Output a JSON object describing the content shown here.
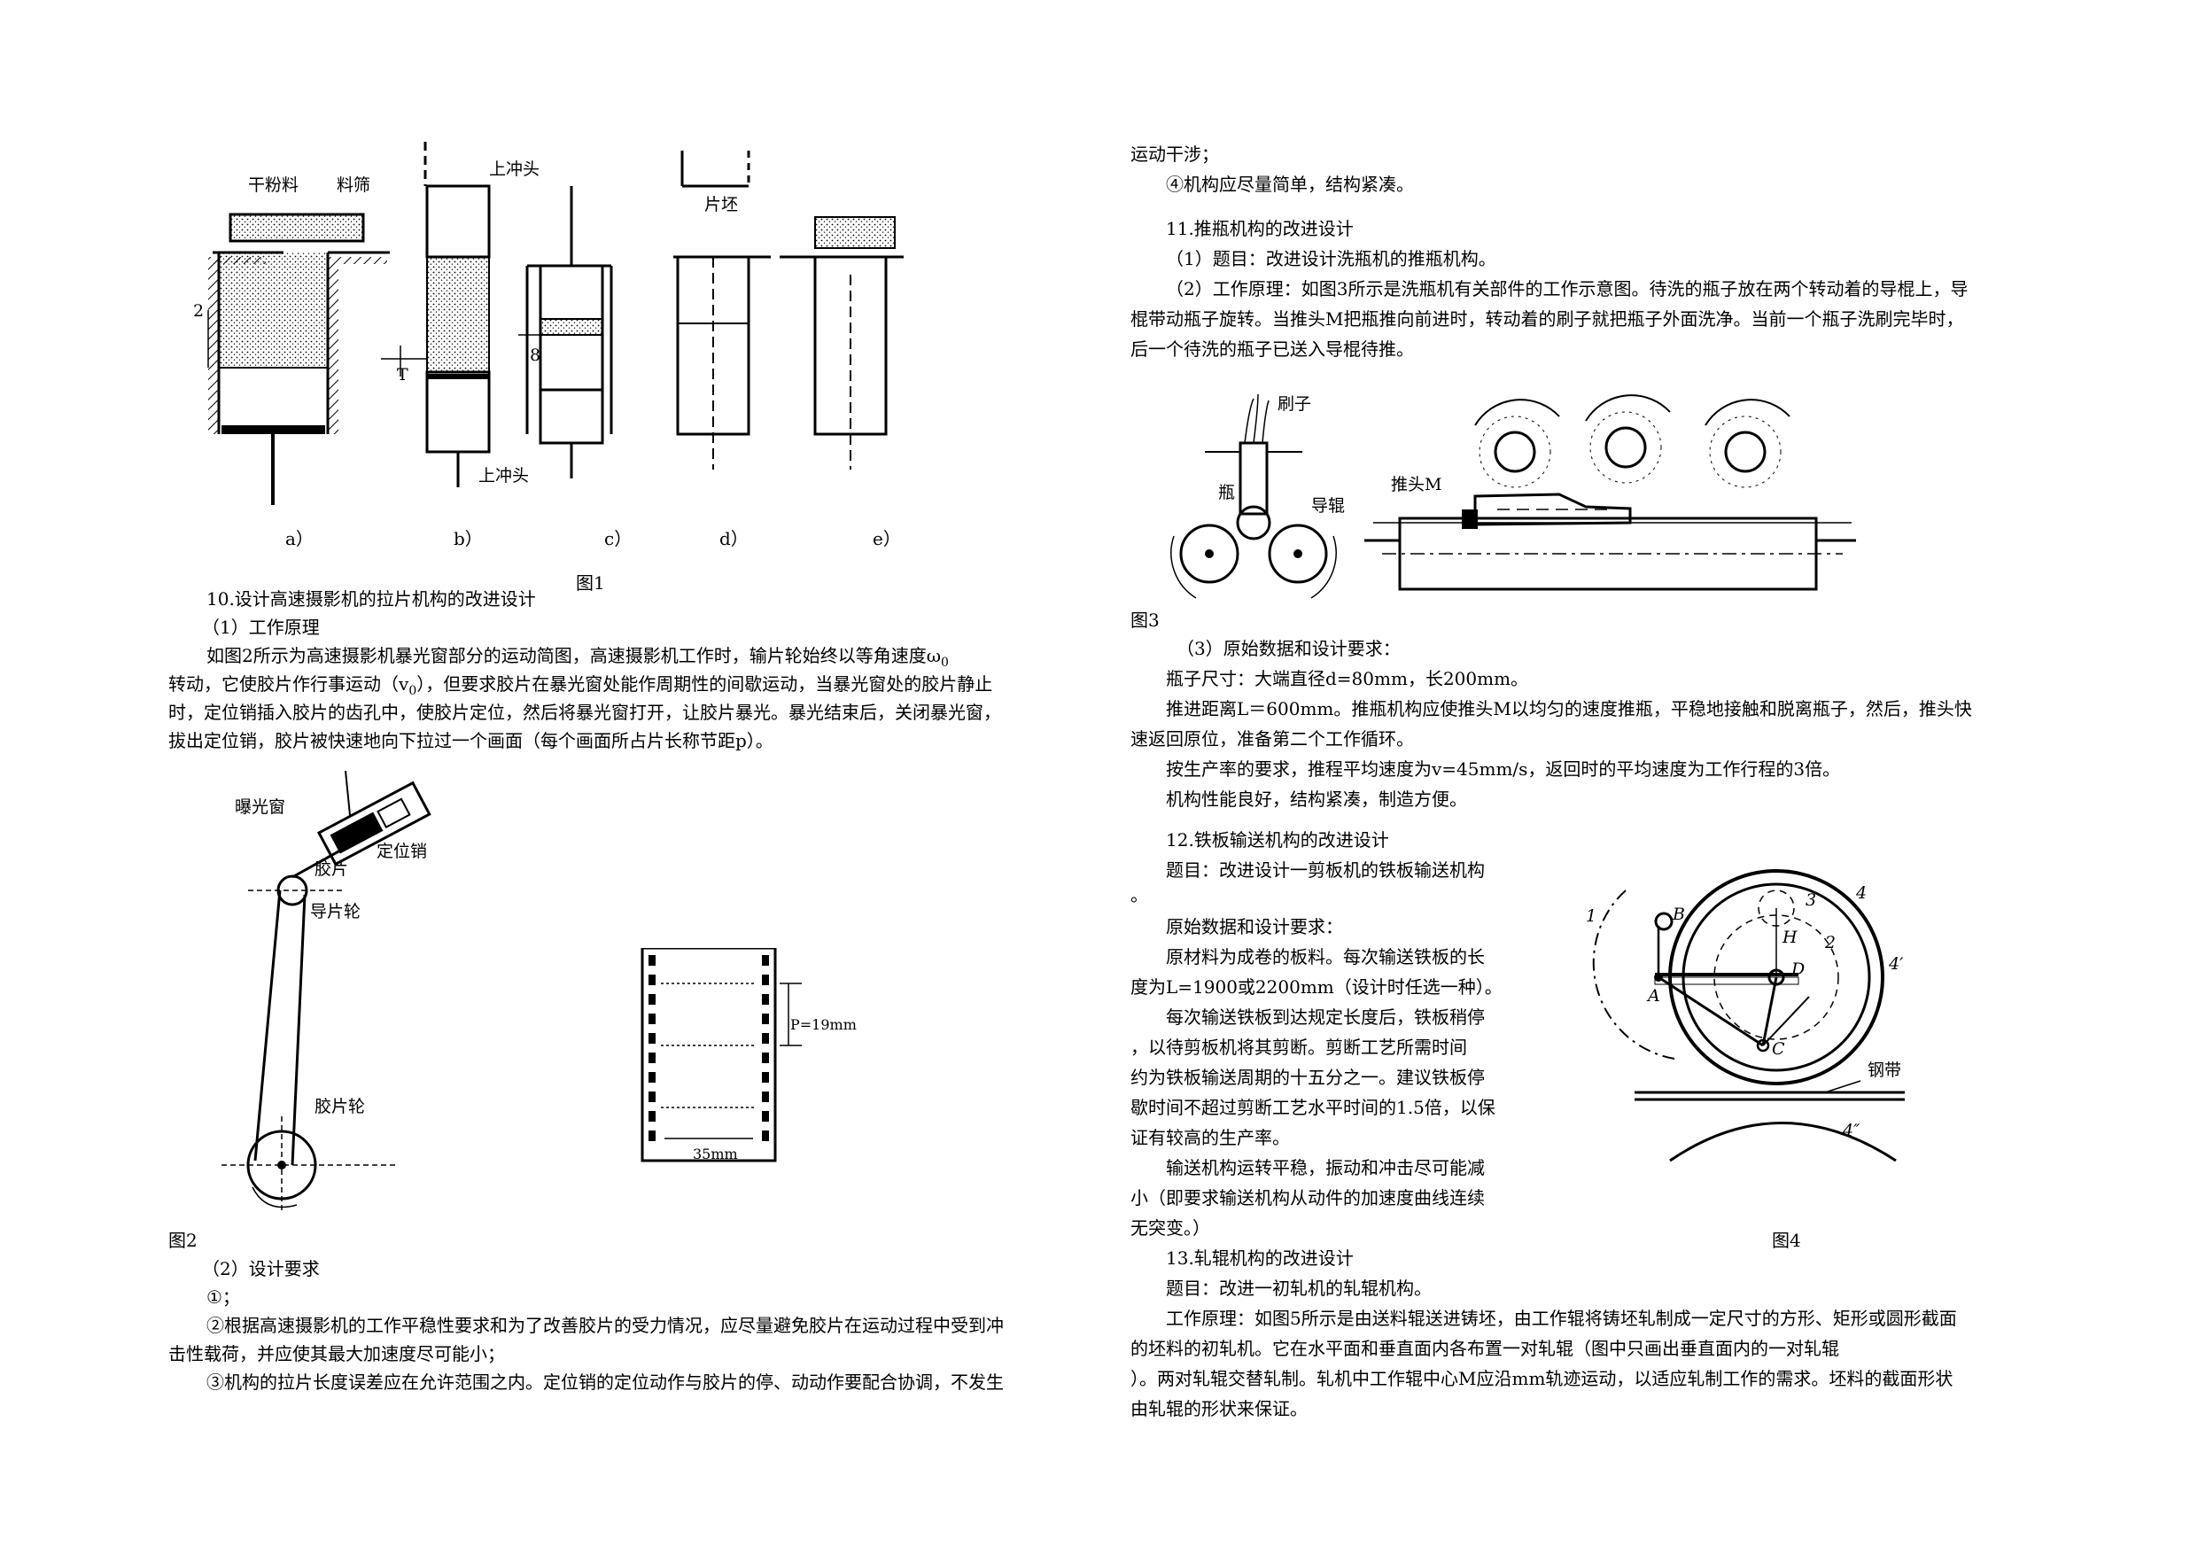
{
  "fig1": {
    "labels": {
      "powder": "干粉料",
      "sieve": "料筛",
      "upper_punch_top": "上冲头",
      "blank": "片坯",
      "lower_punch": "上冲头",
      "dim_h1": "2",
      "dim_h2": "T",
      "dim_h3": "8"
    },
    "sub": [
      "a）",
      "b）",
      "c）",
      "d）",
      "e）"
    ],
    "caption": "图1"
  },
  "left": {
    "p10_title": "10.设计高速摄影机的拉片机构的改进设计",
    "p10_s1": "（1）工作原理",
    "p10_body1": "如图2所示为高速摄影机暴光窗部分的运动简图，高速摄影机工作时，输片轮始终以等角速度ω",
    "p10_body1_sub": "0",
    "p10_body2": "转动，它使胶片作行事运动（v",
    "p10_body2_sub": "0",
    "p10_body2b": "），但要求胶片在暴光窗处能作周期性的间歇运动，当暴光窗处的胶片静止",
    "p10_body3": "时，定位销插入胶片的齿孔中，使胶片定位，然后将暴光窗打开，让胶片暴光。暴光结束后，关闭暴光窗，",
    "p10_body4": "拔出定位销，胶片被快速地向下拉过一个画面（每个画面所占片长称节距p）。",
    "fig2_labels": {
      "window": "曝光窗",
      "pin": "定位销",
      "film": "胶片",
      "guide": "导片轮",
      "film_wheel": "胶片轮",
      "pitch": "P=19mm",
      "width": "35mm"
    },
    "fig2_caption": "图2",
    "p10_s2": "（2）设计要求",
    "req1": "①；",
    "req2a": "②根据高速摄影机的工作平稳性要求和为了改善胶片的受力情况，应尽量避免胶片在运动过程中受到冲",
    "req2b": "击性载荷，并应使其最大加速度尽可能小；",
    "req3": "③机构的拉片长度误差应在允许范围之内。定位销的定位动作与胶片的停、动动作要配合协调，不发生"
  },
  "right": {
    "cont1": "运动干涉；",
    "cont2": "④机构应尽量简单，结构紧凑。",
    "p11_title": "11.推瓶机构的改进设计",
    "p11_1": "（1）题目：改进设计洗瓶机的推瓶机构。",
    "p11_2a": "（2）工作原理：如图3所示是洗瓶机有关部件的工作示意图。待洗的瓶子放在两个转动着的导棍上，导",
    "p11_2b": "棍带动瓶子旋转。当推头M把瓶推向前进时，转动着的刷子就把瓶子外面洗净。当前一个瓶子洗刷完毕时，",
    "p11_2c": "后一个待洗的瓶子已送入导棍待推。",
    "fig3_labels": {
      "brush": "刷子",
      "bottle": "瓶",
      "guide_roller": "导辊",
      "pusher": "推头M"
    },
    "fig3_caption": "图3",
    "p11_3": "（3）原始数据和设计要求：",
    "p11_3a": "瓶子尺寸：大端直径d=80mm，长200mm。",
    "p11_3b1": "推进距离L＝600mm。推瓶机构应使推头M以均匀的速度推瓶，平稳地接触和脱离瓶子，然后，推头快",
    "p11_3b2": "速返回原位，准备第二个工作循环。",
    "p11_3c": "按生产率的要求，推程平均速度为v=45mm/s，返回时的平均速度为工作行程的3倍。",
    "p11_3d": "机构性能良好，结构紧凑，制造方便。",
    "p12_title": "12.铁板输送机构的改进设计",
    "p12_1": "题目：改进设计一剪板机的铁板输送机构",
    "p12_1b": "。",
    "p12_2": "原始数据和设计要求：",
    "p12_3a": "原材料为成卷的板料。每次输送铁板的长",
    "p12_3b": "度为L=1900或2200mm（设计时任选一种）。",
    "p12_4a": "每次输送铁板到达规定长度后，铁板稍停",
    "p12_4b": "，以待剪板机将其剪断。剪断工艺所需时间",
    "p12_4c": "约为铁板输送周期的十五分之一。建议铁板停",
    "p12_4d": "歇时间不超过剪断工艺水平时间的1.5倍，以保",
    "p12_4e": "证有较高的生产率。",
    "p12_5a": "输送机构运转平稳，振动和冲击尽可能减",
    "p12_5b": "小（即要求输送机构从动件的加速度曲线连续",
    "p12_5c": "无突变。）",
    "fig4_labels": {
      "n1": "1",
      "n2": "2",
      "n3": "3",
      "n4": "4",
      "n4p": "4′",
      "n4pp": "4″",
      "A": "A",
      "B": "B",
      "C": "C",
      "D": "D",
      "H": "H",
      "strip": "钢带"
    },
    "fig4_caption": "图4",
    "p13_title": "13.轧辊机构的改进设计",
    "p13_1": "题目：改进一初轧机的轧辊机构。",
    "p13_2a": "工作原理：如图5所示是由送料辊送进铸坯，由工作辊将铸坯轧制成一定尺寸的方形、矩形或圆形截面",
    "p13_2b": "的坯料的初轧机。它在水平面和垂直面内各布置一对轧辊（图中只画出垂直面内的一对轧辊",
    "p13_2c": "）。两对轧辊交替轧制。轧机中工作辊中心M应沿mm轨迹运动，以适应轧制工作的需求。坯料的截面形状",
    "p13_2d": "由轧辊的形状来保证。"
  }
}
